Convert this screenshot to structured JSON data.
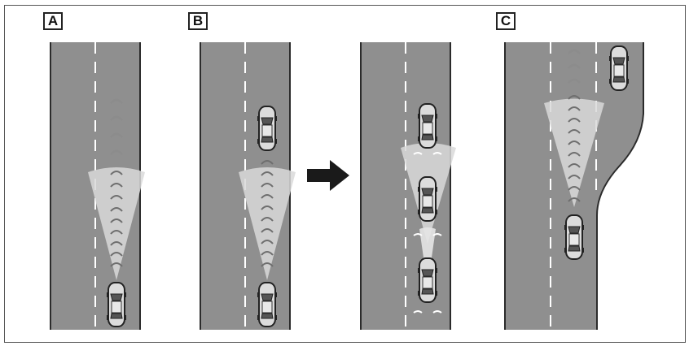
{
  "panels": [
    {
      "id": "A",
      "label": "A"
    },
    {
      "id": "B",
      "label": "B"
    },
    {
      "id": "C",
      "label": "C"
    }
  ],
  "colors": {
    "road": "#8f8f8f",
    "road_edge": "#2b2b2b",
    "lane_marking": "#ffffff",
    "radar_beam": "#d9d9d9",
    "radar_waves": "#6e6e6e",
    "car_body": "#dcdcdc",
    "car_outline": "#222222",
    "arrow": "#1a1a1a"
  },
  "icons": [
    "car-icon",
    "radar-beam-icon",
    "radar-wave-icon",
    "right-arrow-icon"
  ]
}
